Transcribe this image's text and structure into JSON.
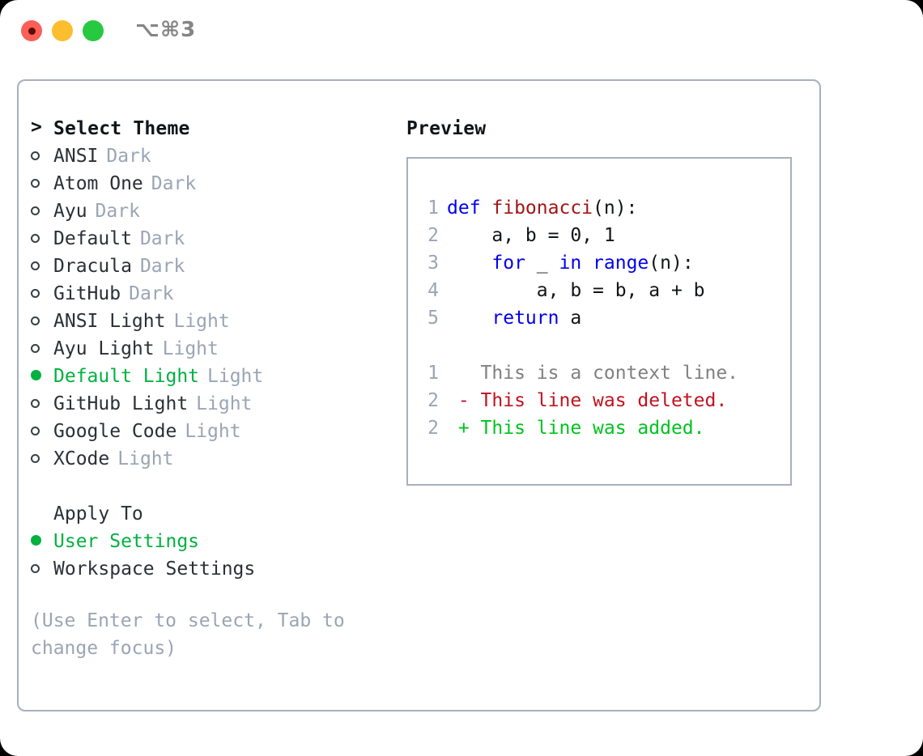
{
  "window": {
    "traffic_lights": [
      "close-red",
      "minimize-yellow",
      "maximize-green"
    ],
    "shortcut": "⌥⌘3"
  },
  "theme_picker": {
    "heading": "Select Theme",
    "caret": ">",
    "items": [
      {
        "label": "ANSI",
        "tag": "Dark",
        "selected": false
      },
      {
        "label": "Atom One",
        "tag": "Dark",
        "selected": false
      },
      {
        "label": "Ayu",
        "tag": "Dark",
        "selected": false
      },
      {
        "label": "Default",
        "tag": "Dark",
        "selected": false
      },
      {
        "label": "Dracula",
        "tag": "Dark",
        "selected": false
      },
      {
        "label": "GitHub",
        "tag": "Dark",
        "selected": false
      },
      {
        "label": "ANSI Light",
        "tag": "Light",
        "selected": false
      },
      {
        "label": "Ayu Light",
        "tag": "Light",
        "selected": false
      },
      {
        "label": "Default Light",
        "tag": "Light",
        "selected": true
      },
      {
        "label": "GitHub Light",
        "tag": "Light",
        "selected": false
      },
      {
        "label": "Google Code",
        "tag": "Light",
        "selected": false
      },
      {
        "label": "XCode",
        "tag": "Light",
        "selected": false
      }
    ]
  },
  "apply_to": {
    "title": "Apply To",
    "options": [
      {
        "label": "User Settings",
        "selected": true
      },
      {
        "label": "Workspace Settings",
        "selected": false
      }
    ]
  },
  "hint": "(Use Enter to select, Tab to change focus)",
  "preview": {
    "heading": "Preview",
    "code_lines": [
      {
        "n": "1",
        "tokens": [
          {
            "t": "def ",
            "c": "kw"
          },
          {
            "t": "fibonacci",
            "c": "fn"
          },
          {
            "t": "(n):",
            "c": "plain"
          }
        ]
      },
      {
        "n": "2",
        "tokens": [
          {
            "t": "    a, b = 0, 1",
            "c": "plain"
          }
        ]
      },
      {
        "n": "3",
        "tokens": [
          {
            "t": "    ",
            "c": "plain"
          },
          {
            "t": "for",
            "c": "kw"
          },
          {
            "t": " _ ",
            "c": "plain"
          },
          {
            "t": "in",
            "c": "kw"
          },
          {
            "t": " ",
            "c": "plain"
          },
          {
            "t": "range",
            "c": "kw"
          },
          {
            "t": "(n):",
            "c": "plain"
          }
        ]
      },
      {
        "n": "4",
        "tokens": [
          {
            "t": "        a, b = b, a + b",
            "c": "plain"
          }
        ]
      },
      {
        "n": "5",
        "tokens": [
          {
            "t": "    ",
            "c": "plain"
          },
          {
            "t": "return",
            "c": "kw"
          },
          {
            "t": " a",
            "c": "plain"
          }
        ]
      }
    ],
    "diff_lines": [
      {
        "n": "1",
        "sign": " ",
        "text": "This is a context line.",
        "c": "ctx"
      },
      {
        "n": "2",
        "sign": "-",
        "text": "This line was deleted.",
        "c": "del"
      },
      {
        "n": "2",
        "sign": "+",
        "text": "This line was added.",
        "c": "add"
      }
    ]
  },
  "colors": {
    "accent_green": "#00b140",
    "tag_gray": "#9aa5b4",
    "border": "#a7b0bd",
    "keyword_blue": "#0000ee",
    "function_red": "#a31515",
    "diff_add": "#00c21f",
    "diff_del": "#c1121f",
    "diff_ctx": "#808080"
  }
}
